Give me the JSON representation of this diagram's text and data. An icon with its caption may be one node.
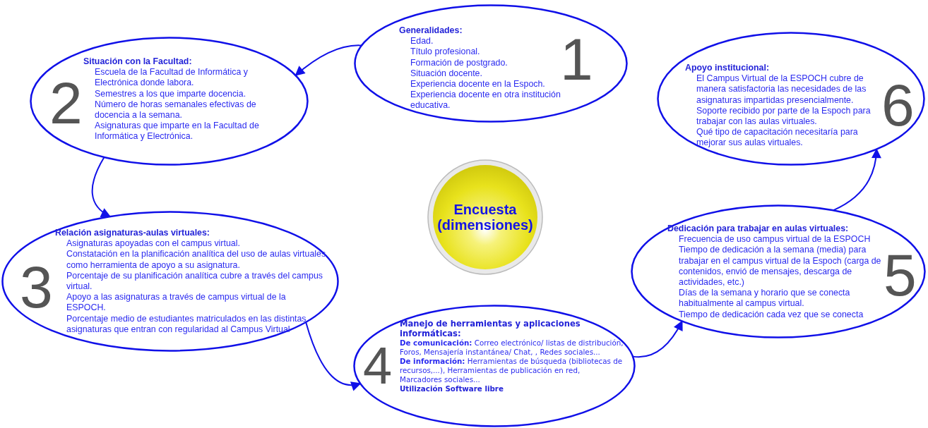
{
  "diagram": {
    "nodes": [
      {
        "text": [
          "Generalidades:",
          "Edad.",
          "Título profesional.",
          "Formación de postgrado.",
          "Situación docente.",
          "Experiencia docente en la Espoch.",
          "Experiencia docente en otra institución educativa.",
          "1"
        ]
      },
      {
        "text": [
          "Situación con la Facultad:",
          "Escuela de la Facultad de Informática y Electrónica donde labora.",
          "Semestres a los que imparte docencia.",
          "Número de horas semanales efectivas de docencia a la semana.",
          "Asignaturas que imparte en la Facultad de Informática y Electrónica.",
          "2"
        ]
      },
      {
        "text": [
          "Relación asignaturas-aulas virtuales:",
          "Asignaturas apoyadas con el campus virtual.",
          "Constatación en la planificación analítica del uso de aulas virtuales como herramienta de apoyo a su asignatura.",
          "Porcentaje de su planificación analítica cubre a través del campus virtual.",
          "Apoyo a las asignaturas a través de campus virtual de la ESPOCH.",
          "Porcentaje medio de estudiantes matriculados en las distintas asignaturas que entran con regularidad al Campus Virtual",
          "3"
        ]
      },
      {
        "text": [
          "Manejo de  herramientas y aplicaciones informáticas:",
          "**De comunicación:** Correo electrónico/ listas de distribución, Foros, Mensajería instantánea/ Chat, , Redes sociales...",
          "**De información:** Herramientas de búsqueda (bibliotecas de recursos,...), Herramientas de publicación en red, Marcadores sociales...",
          "Utilización Software libre",
          "4"
        ]
      },
      {
        "text": [
          "Dedicación para trabajar en aulas virtuales:",
          "Frecuencia de uso campus virtual de la ESPOCH",
          "Tiempo de dedicación a la semana (media) para trabajar en el campus virtual de la Espoch (carga de contenidos, envió de mensajes, descarga de actividades, etc.)",
          "Días de la semana y  horario que se conecta habitualmente al campus virtual.",
          "Tiempo de dedicación cada vez que se conecta",
          "5"
        ]
      },
      {
        "text": [
          "Apoyo institucional:",
          "El Campus Virtual de la ESPOCH cubre de manera satisfactoria las necesidades de las asignaturas impartidas presencialmente.",
          "Soporte recibido por parte de la Espoch para trabajar con las aulas virtuales.",
          "Qué tipo de capacitación necesitaría para mejorar sus aulas virtuales.",
          "6"
        ]
      },
      {
        "text": [
          "Encuesta (dimensiones)"
        ]
      }
    ],
    "edges": [
      {
        "from": 0,
        "to": 1,
        "arrow": "to"
      },
      {
        "from": 1,
        "to": 2,
        "arrow": "to"
      },
      {
        "from": 2,
        "to": 3,
        "arrow": "to"
      },
      {
        "from": 3,
        "to": 4,
        "arrow": "to"
      },
      {
        "from": 4,
        "to": 5,
        "arrow": "to"
      }
    ]
  }
}
